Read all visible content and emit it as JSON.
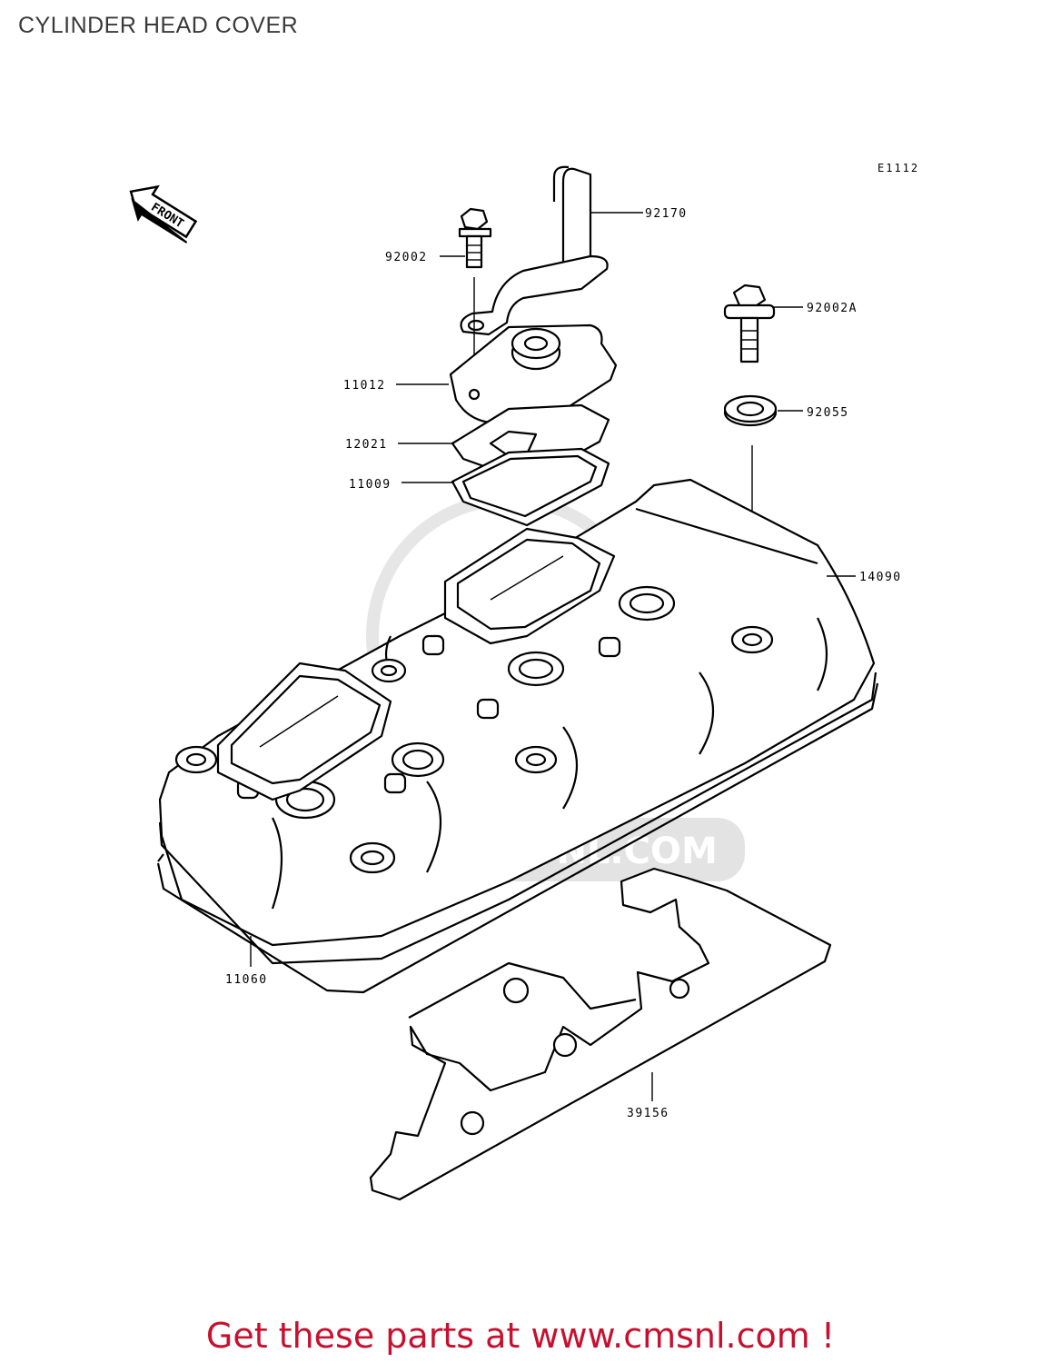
{
  "title": "CYLINDER HEAD COVER",
  "diagram_code": "E1112",
  "front_label": "FRONT",
  "watermark_text": "WWW.CMSNL.COM",
  "parts": [
    {
      "number": "92170"
    },
    {
      "number": "92002"
    },
    {
      "number": "92002A"
    },
    {
      "number": "11012"
    },
    {
      "number": "92055"
    },
    {
      "number": "12021"
    },
    {
      "number": "11009"
    },
    {
      "number": "14090"
    },
    {
      "number": "11060"
    },
    {
      "number": "39156"
    }
  ],
  "footer": "Get these parts at www.cmsnl.com !",
  "colors": {
    "footer": "#c8102e",
    "line": "#000000",
    "watermark": "#e3e3e3"
  }
}
